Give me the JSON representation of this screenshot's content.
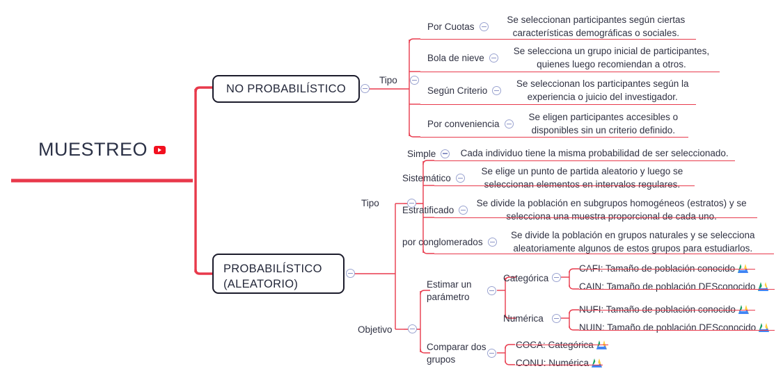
{
  "root": {
    "label": "MUESTREO",
    "icon": "youtube-icon",
    "accent": "#e8394b"
  },
  "branches": [
    {
      "id": "no-probabilistico",
      "label": "NO PROBABILÍSTICO",
      "group_label": "Tipo",
      "items": [
        {
          "title": "Por Cuotas",
          "desc": "Se seleccionan participantes según ciertas características demográficas o sociales."
        },
        {
          "title": "Bola de nieve",
          "desc": "Se selecciona un grupo inicial de participantes, quienes luego recomiendan a otros."
        },
        {
          "title": "Según Criterio",
          "desc": "Se seleccionan los participantes según la experiencia o juicio del investigador."
        },
        {
          "title": "Por conveniencia",
          "desc": "Se eligen participantes accesibles o disponibles sin un criterio definido."
        }
      ]
    },
    {
      "id": "probabilistico",
      "label_line1": "PROBABILÍSTICO",
      "label_line2": "(ALEATORIO)",
      "groups": [
        {
          "label": "Tipo",
          "items": [
            {
              "title": "Simple",
              "desc": "Cada individuo tiene la misma probabilidad de ser seleccionado."
            },
            {
              "title": "Sistemático",
              "desc": "Se elige un punto de partida aleatorio y luego se seleccionan elementos en intervalos regulares."
            },
            {
              "title": "Estratificado",
              "desc": "Se divide la población en subgrupos homogéneos (estratos) y se selecciona una muestra proporcional de cada uno."
            },
            {
              "title": "por conglomerados",
              "desc": "Se divide la población en grupos naturales y se selecciona aleatoriamente algunos de estos grupos para estudiarlos."
            }
          ]
        },
        {
          "label": "Objetivo",
          "subgroups": [
            {
              "label_line1": "Estimar un",
              "label_line2": "parámetro",
              "types": [
                {
                  "label": "Categórica",
                  "leaves": [
                    {
                      "text": "CAFI: Tamaño de población conocido",
                      "icon": "google-drive-icon"
                    },
                    {
                      "text": "CAIN: Tamaño de población DESconocido",
                      "icon": "google-drive-icon"
                    }
                  ]
                },
                {
                  "label": "Numérica",
                  "leaves": [
                    {
                      "text": "NUFI: Tamaño de población conocido",
                      "icon": "google-drive-icon"
                    },
                    {
                      "text": "NUIN: Tamaño de población DESconocido",
                      "icon": "google-drive-icon"
                    }
                  ]
                }
              ]
            },
            {
              "label_line1": "Comparar dos",
              "label_line2": "grupos",
              "leaves": [
                {
                  "text": "COCA: Categórica",
                  "icon": "google-drive-icon"
                },
                {
                  "text": "CONU: Numérica",
                  "icon": "google-drive-icon"
                }
              ]
            }
          ]
        }
      ]
    }
  ]
}
